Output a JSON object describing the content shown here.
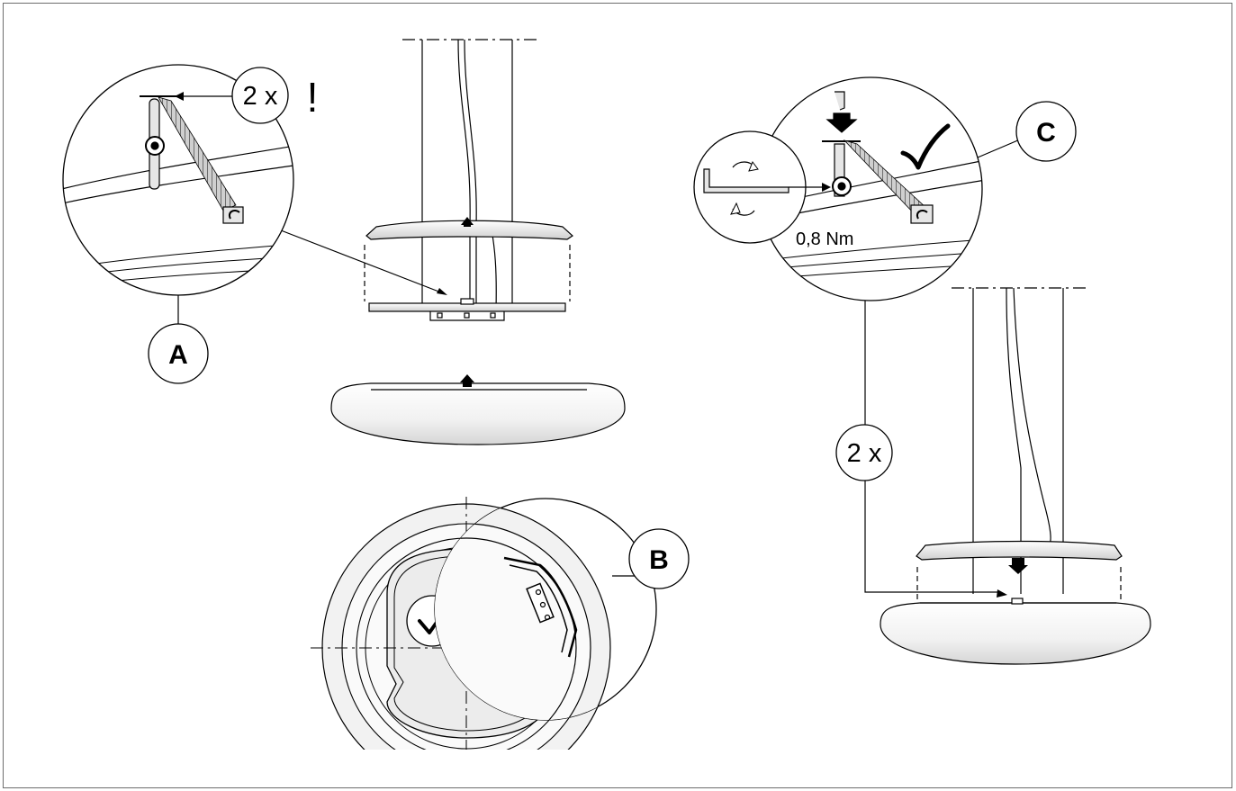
{
  "diagram": {
    "callouts": {
      "a": "A",
      "b": "B",
      "c": "C"
    },
    "detail_a": {
      "multiplier": "2 x",
      "warning_mark": "!"
    },
    "detail_c": {
      "torque": "0,8 Nm",
      "check_icon": "check-icon"
    },
    "right_assembly": {
      "multiplier": "2 x"
    },
    "bottom_view": {
      "check_icon": "check-icon"
    },
    "colors": {
      "line": "#000000",
      "frame": "#6d6d6d",
      "shade": "#e9e9e9",
      "spring": "#8a8a8a"
    }
  }
}
